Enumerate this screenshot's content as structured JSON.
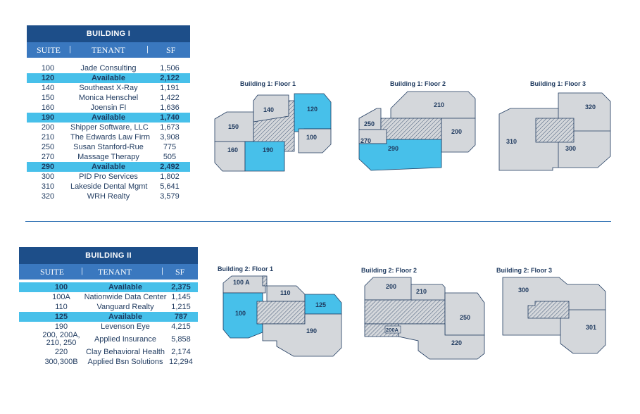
{
  "building1": {
    "title": "BUILDING I",
    "headers": {
      "suite": "SUITE",
      "tenant": "TENANT",
      "sf": "SF"
    },
    "rows": [
      {
        "suite": "100",
        "tenant": "Jade Consulting",
        "sf": "1,506",
        "available": false
      },
      {
        "suite": "120",
        "tenant": "Available",
        "sf": "2,122",
        "available": true
      },
      {
        "suite": "140",
        "tenant": "Southeast X-Ray",
        "sf": "1,191",
        "available": false
      },
      {
        "suite": "150",
        "tenant": "Monica Henschel",
        "sf": "1,422",
        "available": false
      },
      {
        "suite": "160",
        "tenant": "Joensin FI",
        "sf": "1,636",
        "available": false
      },
      {
        "suite": "190",
        "tenant": "Available",
        "sf": "1,740",
        "available": true
      },
      {
        "suite": "200",
        "tenant": "Shipper Software, LLC",
        "sf": "1,673",
        "available": false
      },
      {
        "suite": "210",
        "tenant": "The Edwards Law Firm",
        "sf": "3,908",
        "available": false
      },
      {
        "suite": "250",
        "tenant": "Susan Stanford-Rue",
        "sf": "775",
        "available": false
      },
      {
        "suite": "270",
        "tenant": "Massage Therapy",
        "sf": "505",
        "available": false
      },
      {
        "suite": "290",
        "tenant": "Available",
        "sf": "2,492",
        "available": true
      },
      {
        "suite": "300",
        "tenant": "PID Pro Services",
        "sf": "1,802",
        "available": false
      },
      {
        "suite": "310",
        "tenant": "Lakeside Dental Mgmt",
        "sf": "5,641",
        "available": false
      },
      {
        "suite": "320",
        "tenant": "WRH Realty",
        "sf": "3,579",
        "available": false
      }
    ]
  },
  "building2": {
    "title": "BUILDING II",
    "headers": {
      "suite": "SUITE",
      "tenant": "TENANT",
      "sf": "SF"
    },
    "rows": [
      {
        "suite": "100",
        "tenant": "Available",
        "sf": "2,375",
        "available": true
      },
      {
        "suite": "100A",
        "tenant": "Nationwide Data Center",
        "sf": "1,145",
        "available": false
      },
      {
        "suite": "110",
        "tenant": "Vanguard Realty",
        "sf": "1,215",
        "available": false
      },
      {
        "suite": "125",
        "tenant": "Available",
        "sf": "787",
        "available": true
      },
      {
        "suite": "190",
        "tenant": "Levenson Eye",
        "sf": "4,215",
        "available": false
      },
      {
        "suite": "200, 200A, 210, 250",
        "tenant": "Applied Insurance",
        "sf": "5,858",
        "available": false,
        "tall": true
      },
      {
        "suite": "220",
        "tenant": "Clay Behavioral Health",
        "sf": "2,174",
        "available": false
      },
      {
        "suite": "300,300B",
        "tenant": "Applied Bsn Solutions",
        "sf": "12,294",
        "available": false
      }
    ]
  },
  "floorplans": {
    "b1f1": {
      "title": "Building 1: Floor 1",
      "labels": [
        "140",
        "120",
        "150",
        "100",
        "160",
        "190"
      ]
    },
    "b1f2": {
      "title": "Building 1: Floor 2",
      "labels": [
        "210",
        "250",
        "200",
        "270",
        "290"
      ]
    },
    "b1f3": {
      "title": "Building 1: Floor 3",
      "labels": [
        "320",
        "310",
        "300"
      ]
    },
    "b2f1": {
      "title": "Building 2: Floor 1",
      "labels": [
        "100 A",
        "110",
        "100",
        "125",
        "190"
      ]
    },
    "b2f2": {
      "title": "Building 2: Floor 2",
      "labels": [
        "200",
        "210",
        "250",
        "200A",
        "220"
      ]
    },
    "b2f3": {
      "title": "Building 2: Floor 3",
      "labels": [
        "300",
        "301"
      ]
    }
  },
  "colors": {
    "navy": "#1d4e89",
    "header_blue": "#3a78bf",
    "available": "#47c0ea",
    "unit_gray": "#d4d7db",
    "outline": "#1f3a5f"
  }
}
